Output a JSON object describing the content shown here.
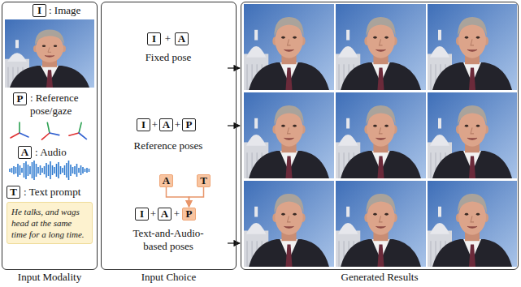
{
  "diagram": {
    "nodes": [
      {
        "text": [
          "Input Modality"
        ]
      },
      {
        "text": [
          "I"
        ],
        "in": 0
      },
      {
        "text": [
          "P"
        ],
        "in": 0
      },
      {
        "text": [
          "A"
        ],
        "in": 0
      },
      {
        "text": [
          "T"
        ],
        "in": 0
      },
      {
        "text": [
          "He talks, and wags head at the same time for a long time."
        ],
        "in": 0
      },
      {
        "text": [
          "Input Choice"
        ]
      },
      {
        "text": [
          "I"
        ],
        "in": 6
      },
      {
        "text": [
          "A"
        ],
        "in": 6
      },
      {
        "text": [
          "I"
        ],
        "in": 6
      },
      {
        "text": [
          "A"
        ],
        "in": 6
      },
      {
        "text": [
          "P"
        ],
        "in": 6
      },
      {
        "text": [
          "A"
        ],
        "in": 6
      },
      {
        "text": [
          "T"
        ],
        "in": 6
      },
      {
        "text": [
          "I"
        ],
        "in": 6
      },
      {
        "text": [
          "A"
        ],
        "in": 6
      },
      {
        "text": [
          "P"
        ],
        "in": 6
      },
      {
        "text": [
          "Generated Results"
        ]
      }
    ],
    "edges": [
      {
        "from": 12,
        "to": 16,
        "arrow": "to"
      },
      {
        "from": 13,
        "to": 16,
        "arrow": "to"
      }
    ],
    "labels": [
      ": Image",
      ": Reference pose/gaze",
      ": Audio",
      ": Text prompt",
      "+",
      "Fixed pose",
      "+",
      "+",
      "Reference poses",
      "+",
      "+",
      "Text-and-Audio- based poses"
    ]
  }
}
